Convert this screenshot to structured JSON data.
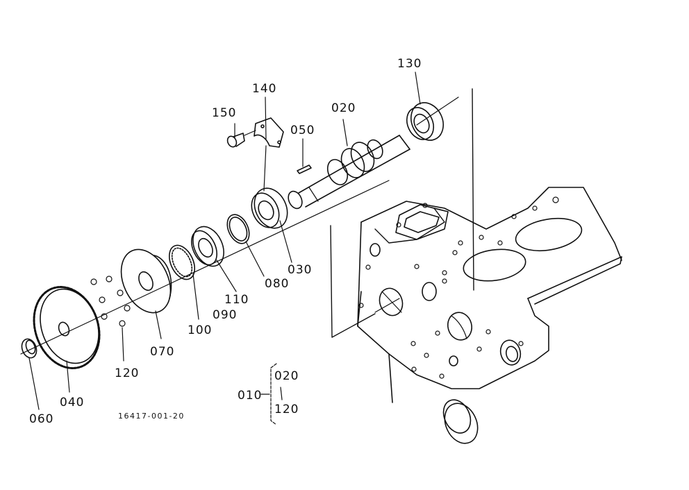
{
  "labels": {
    "p010": "010",
    "p020": "020",
    "p030": "030",
    "p040": "040",
    "p050": "050",
    "p060": "060",
    "p070": "070",
    "p080": "080",
    "p090": "090",
    "p100": "100",
    "p110": "110",
    "p120": "120",
    "p130": "130",
    "p140": "140",
    "p150": "150"
  },
  "assembly": {
    "parent": "010",
    "from": "020",
    "to": "120"
  },
  "drawing_number": "16417-001-20"
}
